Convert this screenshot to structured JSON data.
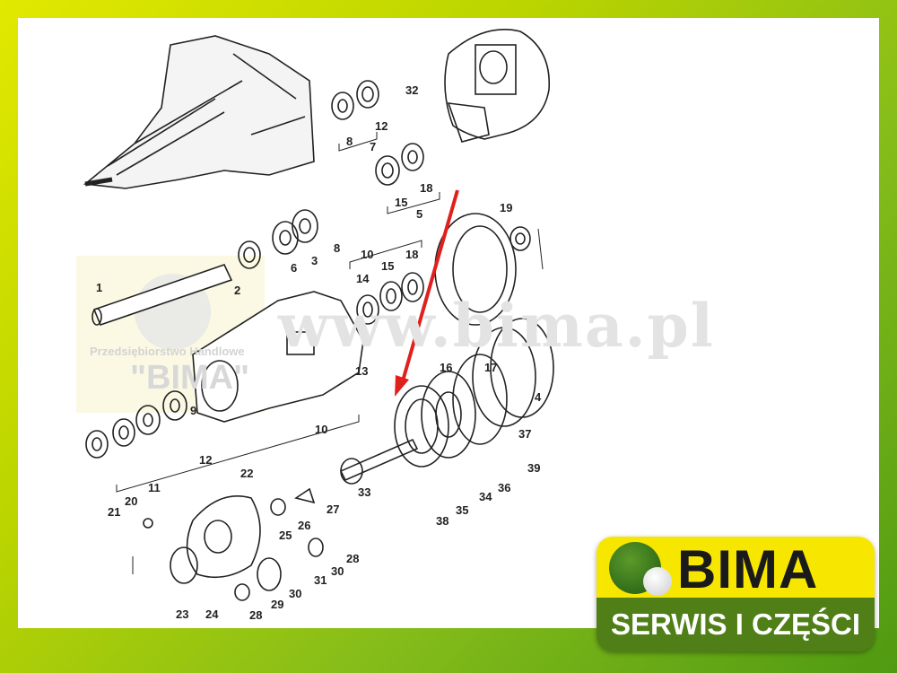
{
  "watermark": {
    "company": "Przedsiębiorstwo Handlowe",
    "name": "\"BIMA\"",
    "url": "www.bima.pl"
  },
  "diagram": {
    "part_labels": [
      "32",
      "8",
      "12",
      "7",
      "15",
      "18",
      "5",
      "19",
      "8",
      "6",
      "3",
      "2",
      "1",
      "10",
      "14",
      "15",
      "18",
      "17",
      "16",
      "13",
      "9",
      "10",
      "12",
      "11",
      "4",
      "37",
      "39",
      "36",
      "34",
      "35",
      "38",
      "33",
      "22",
      "27",
      "26",
      "25",
      "20",
      "21",
      "28",
      "30",
      "31",
      "30",
      "29",
      "28",
      "23",
      "24"
    ],
    "arrow_color": "#e0201c"
  },
  "logo": {
    "name": "BIMA",
    "tagline": "SERWIS I CZĘŚCI",
    "yellow": "#f7e600",
    "green": "#4f7f16"
  }
}
